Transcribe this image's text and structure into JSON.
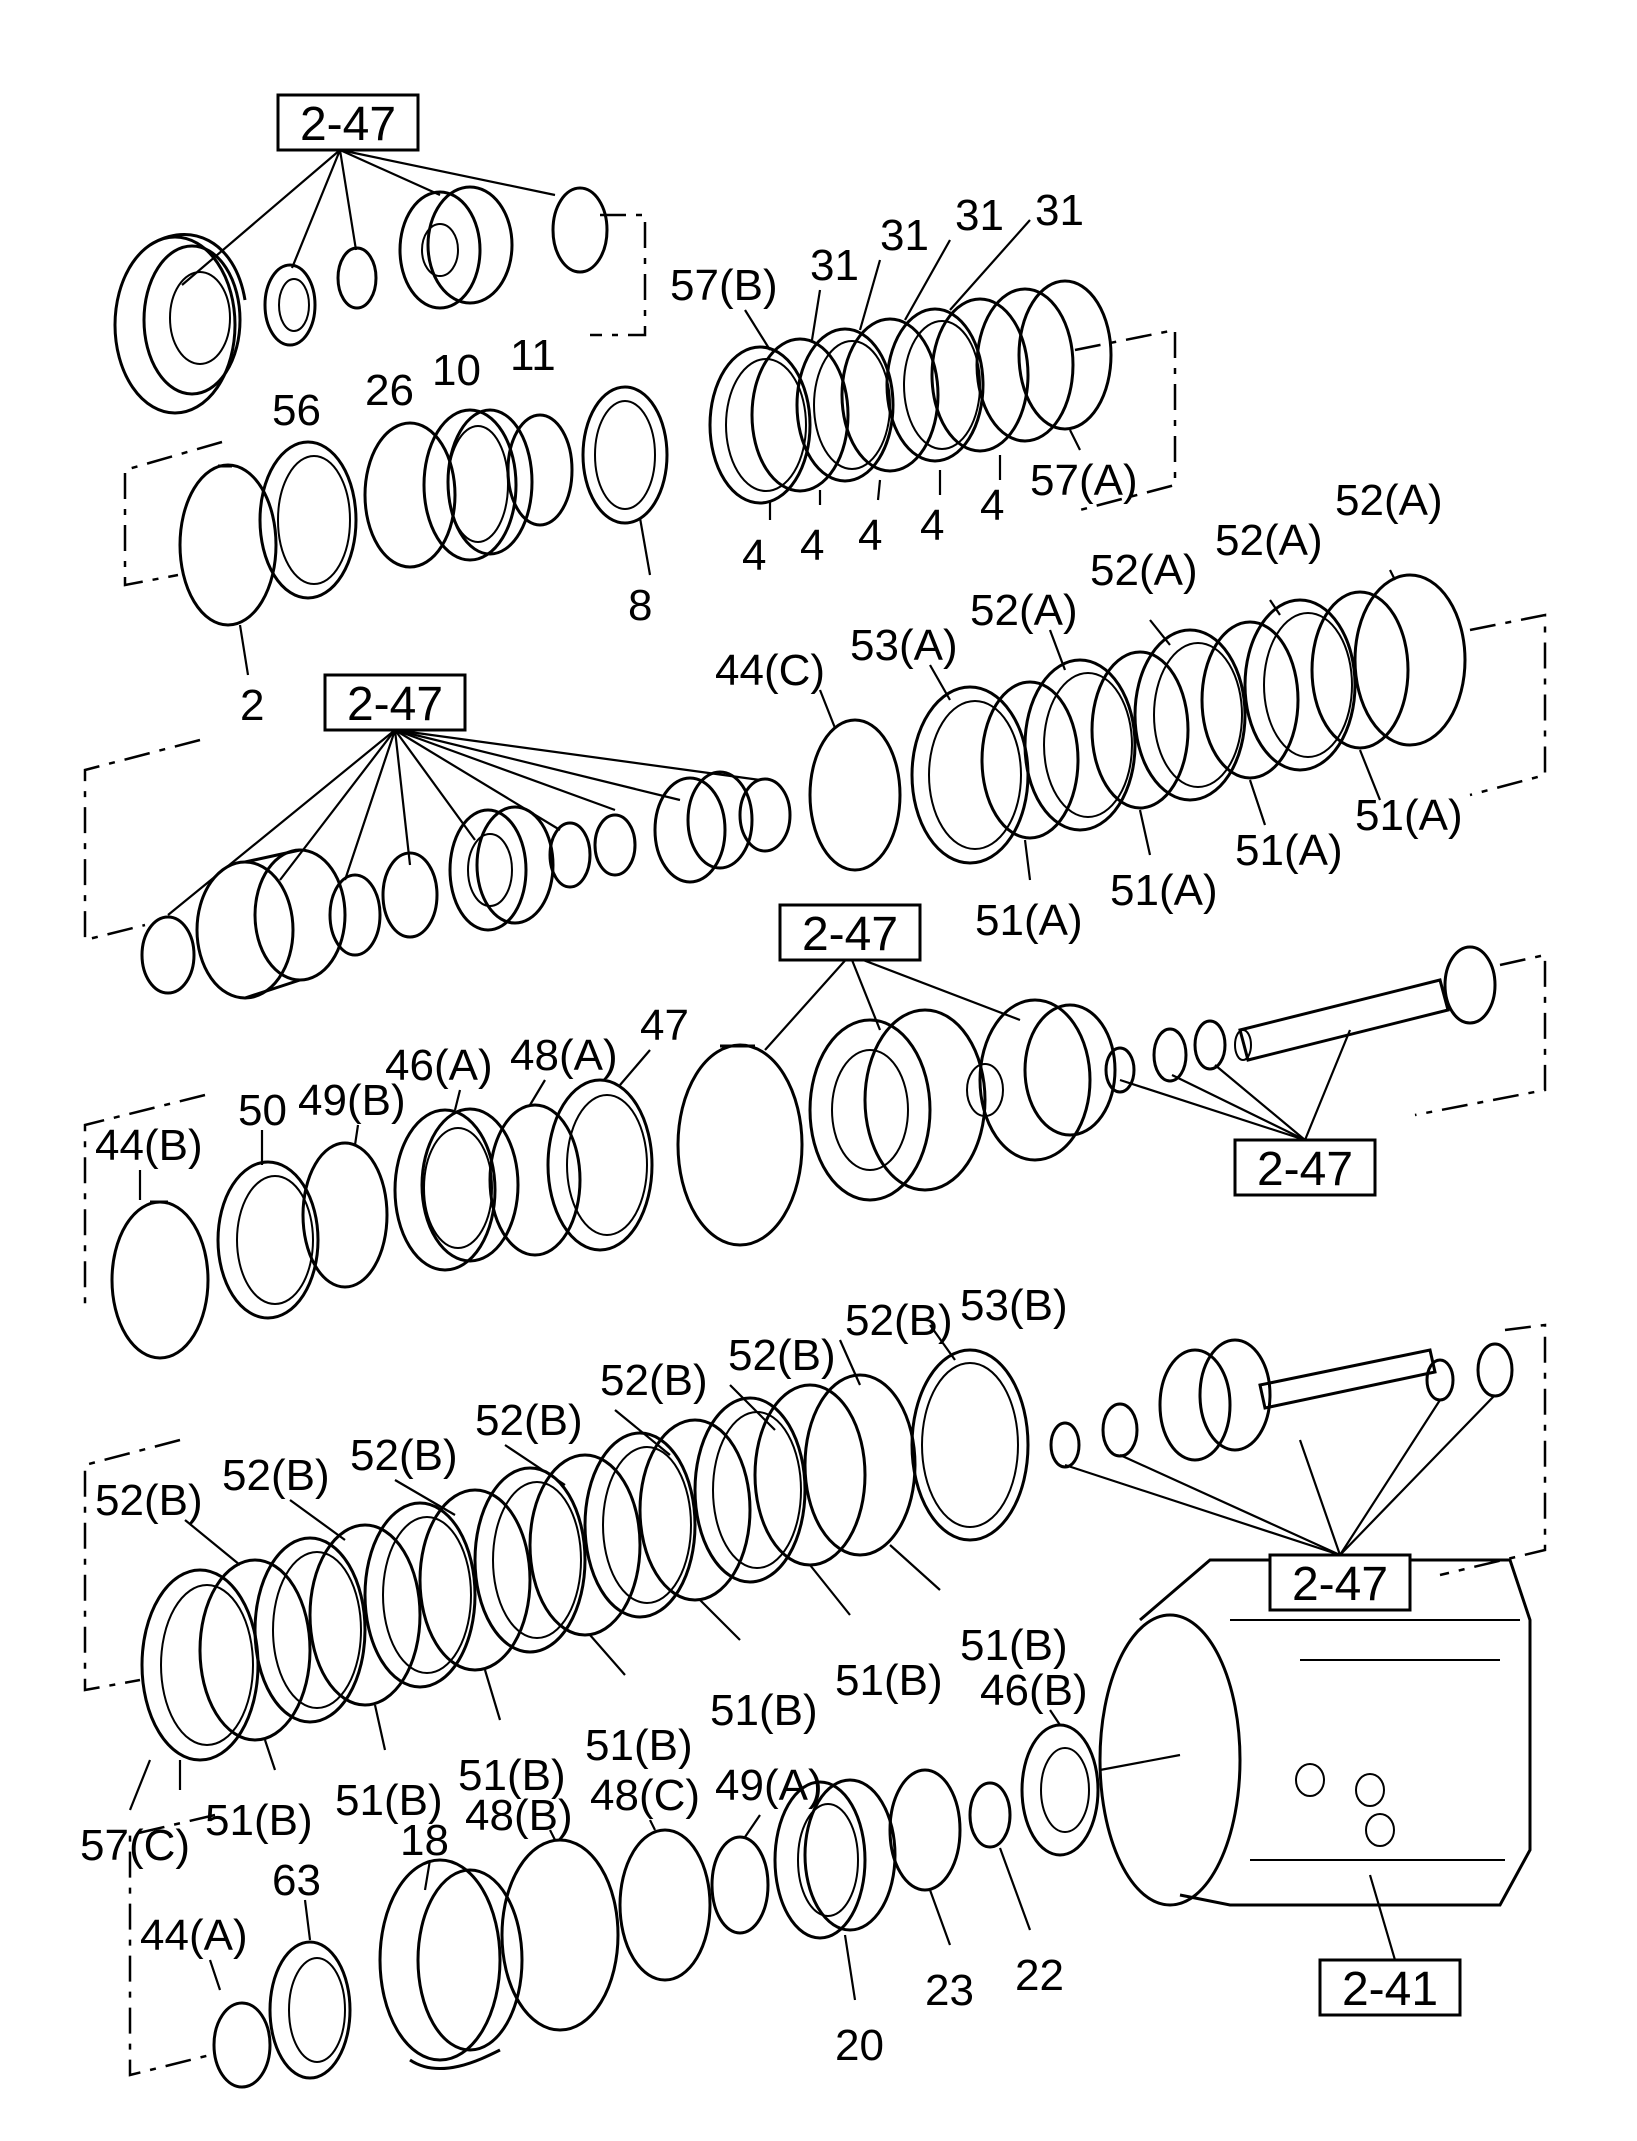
{
  "refs": [
    "2-47",
    "2-47",
    "2-47",
    "2-47",
    "2-47",
    "2-41"
  ],
  "labels": {
    "r1": [
      "57(B)",
      "31",
      "31",
      "31",
      "31",
      "56",
      "26",
      "10",
      "11",
      "4",
      "4",
      "4",
      "4",
      "4",
      "57(A)",
      "8",
      "2"
    ],
    "r2": [
      "44(C)",
      "53(A)",
      "52(A)",
      "52(A)",
      "52(A)",
      "52(A)",
      "51(A)",
      "51(A)",
      "51(A)",
      "51(A)"
    ],
    "r3": [
      "44(B)",
      "50",
      "49(B)",
      "46(A)",
      "48(A)",
      "47"
    ],
    "r4": [
      "52(B)",
      "52(B)",
      "52(B)",
      "52(B)",
      "52(B)",
      "52(B)",
      "52(B)",
      "53(B)",
      "51(B)",
      "51(B)",
      "51(B)",
      "51(B)",
      "51(B)",
      "51(B)",
      "51(B)",
      "57(C)"
    ],
    "r5": [
      "44(A)",
      "63",
      "18",
      "48(B)",
      "48(C)",
      "49(A)",
      "46(B)",
      "20",
      "23",
      "22"
    ]
  }
}
